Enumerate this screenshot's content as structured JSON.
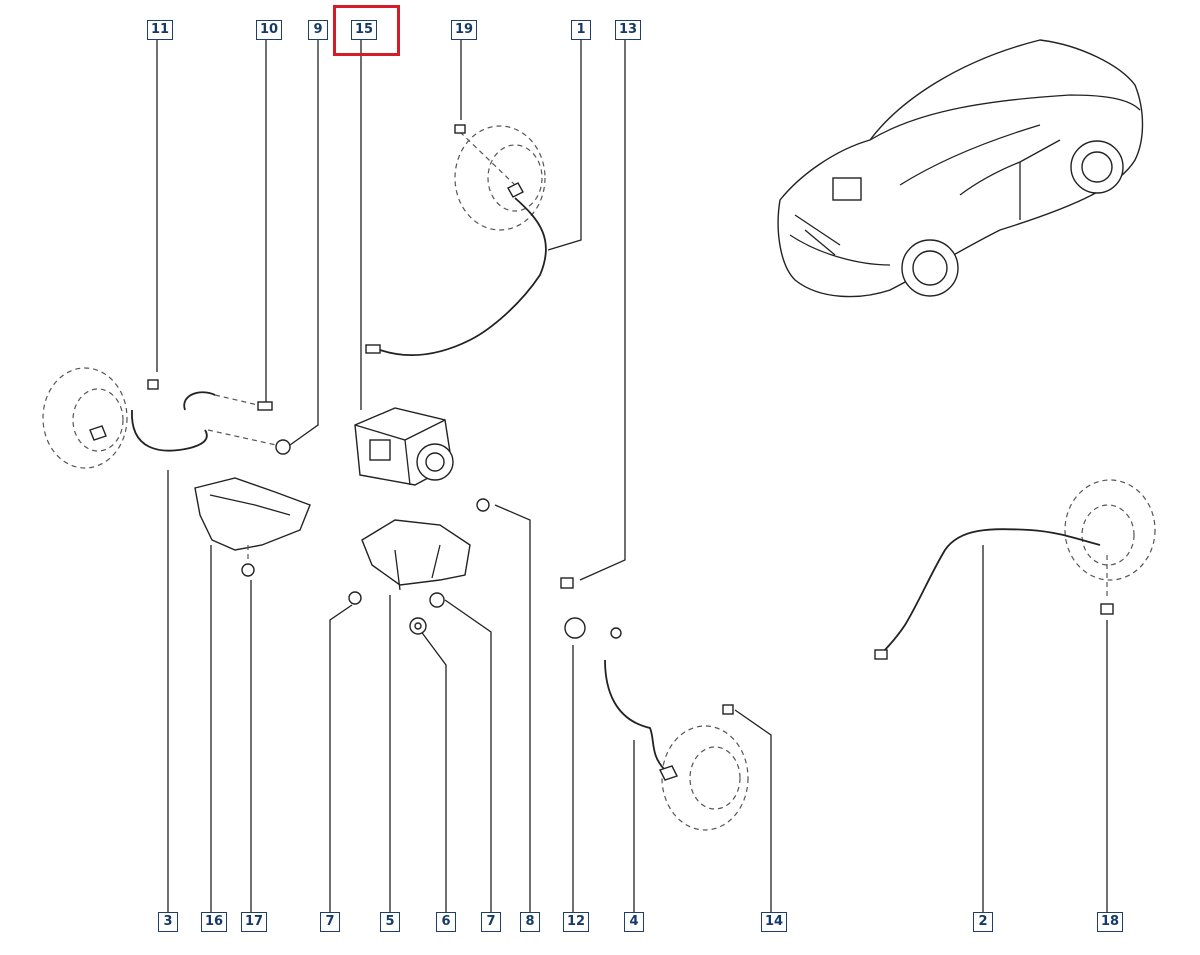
{
  "colors": {
    "callout_border": "#1d3f6a",
    "highlight": "#d31c25"
  },
  "callouts_top": [
    "11",
    "10",
    "9",
    "15",
    "19",
    "1",
    "13"
  ],
  "callouts_bottom": [
    "3",
    "16",
    "17",
    "7",
    "5",
    "6",
    "7",
    "8",
    "12",
    "4",
    "14",
    "2",
    "18"
  ]
}
